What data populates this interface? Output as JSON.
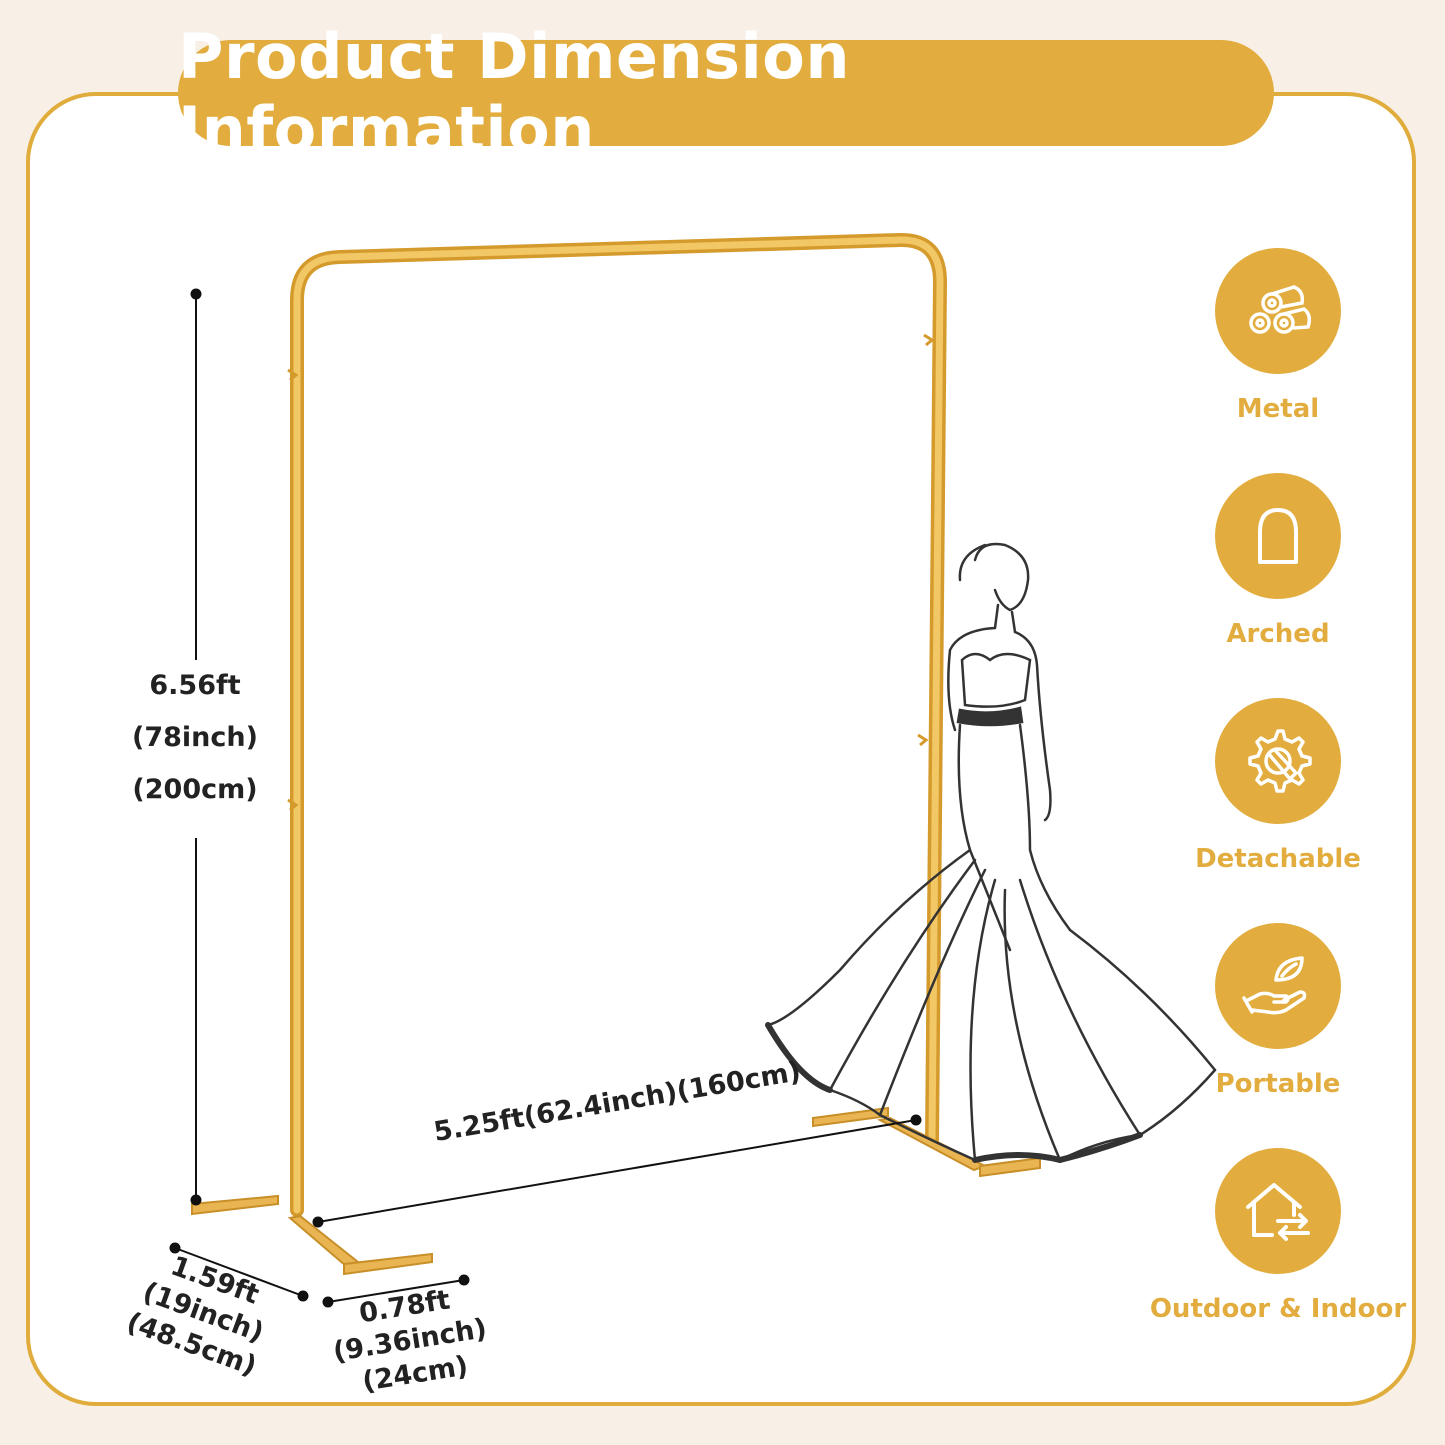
{
  "header": {
    "title": "Product Dimension Information"
  },
  "dimensions": {
    "height": [
      "6.56ft",
      "(78inch)",
      "(200cm)"
    ],
    "width": "5.25ft(62.4inch)(160cm)",
    "base_depth": [
      "1.59ft",
      "(19inch)",
      "(48.5cm)"
    ],
    "base_width": [
      "0.78ft",
      "(9.36inch)",
      "(24cm)"
    ]
  },
  "features": [
    {
      "label": "Metal",
      "icon": "metal-pipes-icon"
    },
    {
      "label": "Arched",
      "icon": "arch-icon"
    },
    {
      "label": "Detachable",
      "icon": "gear-wrench-icon"
    },
    {
      "label": "Portable",
      "icon": "hand-leaf-icon"
    },
    {
      "label": "Outdoor & Indoor",
      "icon": "house-arrows-icon"
    }
  ],
  "colors": {
    "accent": "#e2ad3e",
    "background": "#f8efe6",
    "frame": "#e3b04a"
  }
}
